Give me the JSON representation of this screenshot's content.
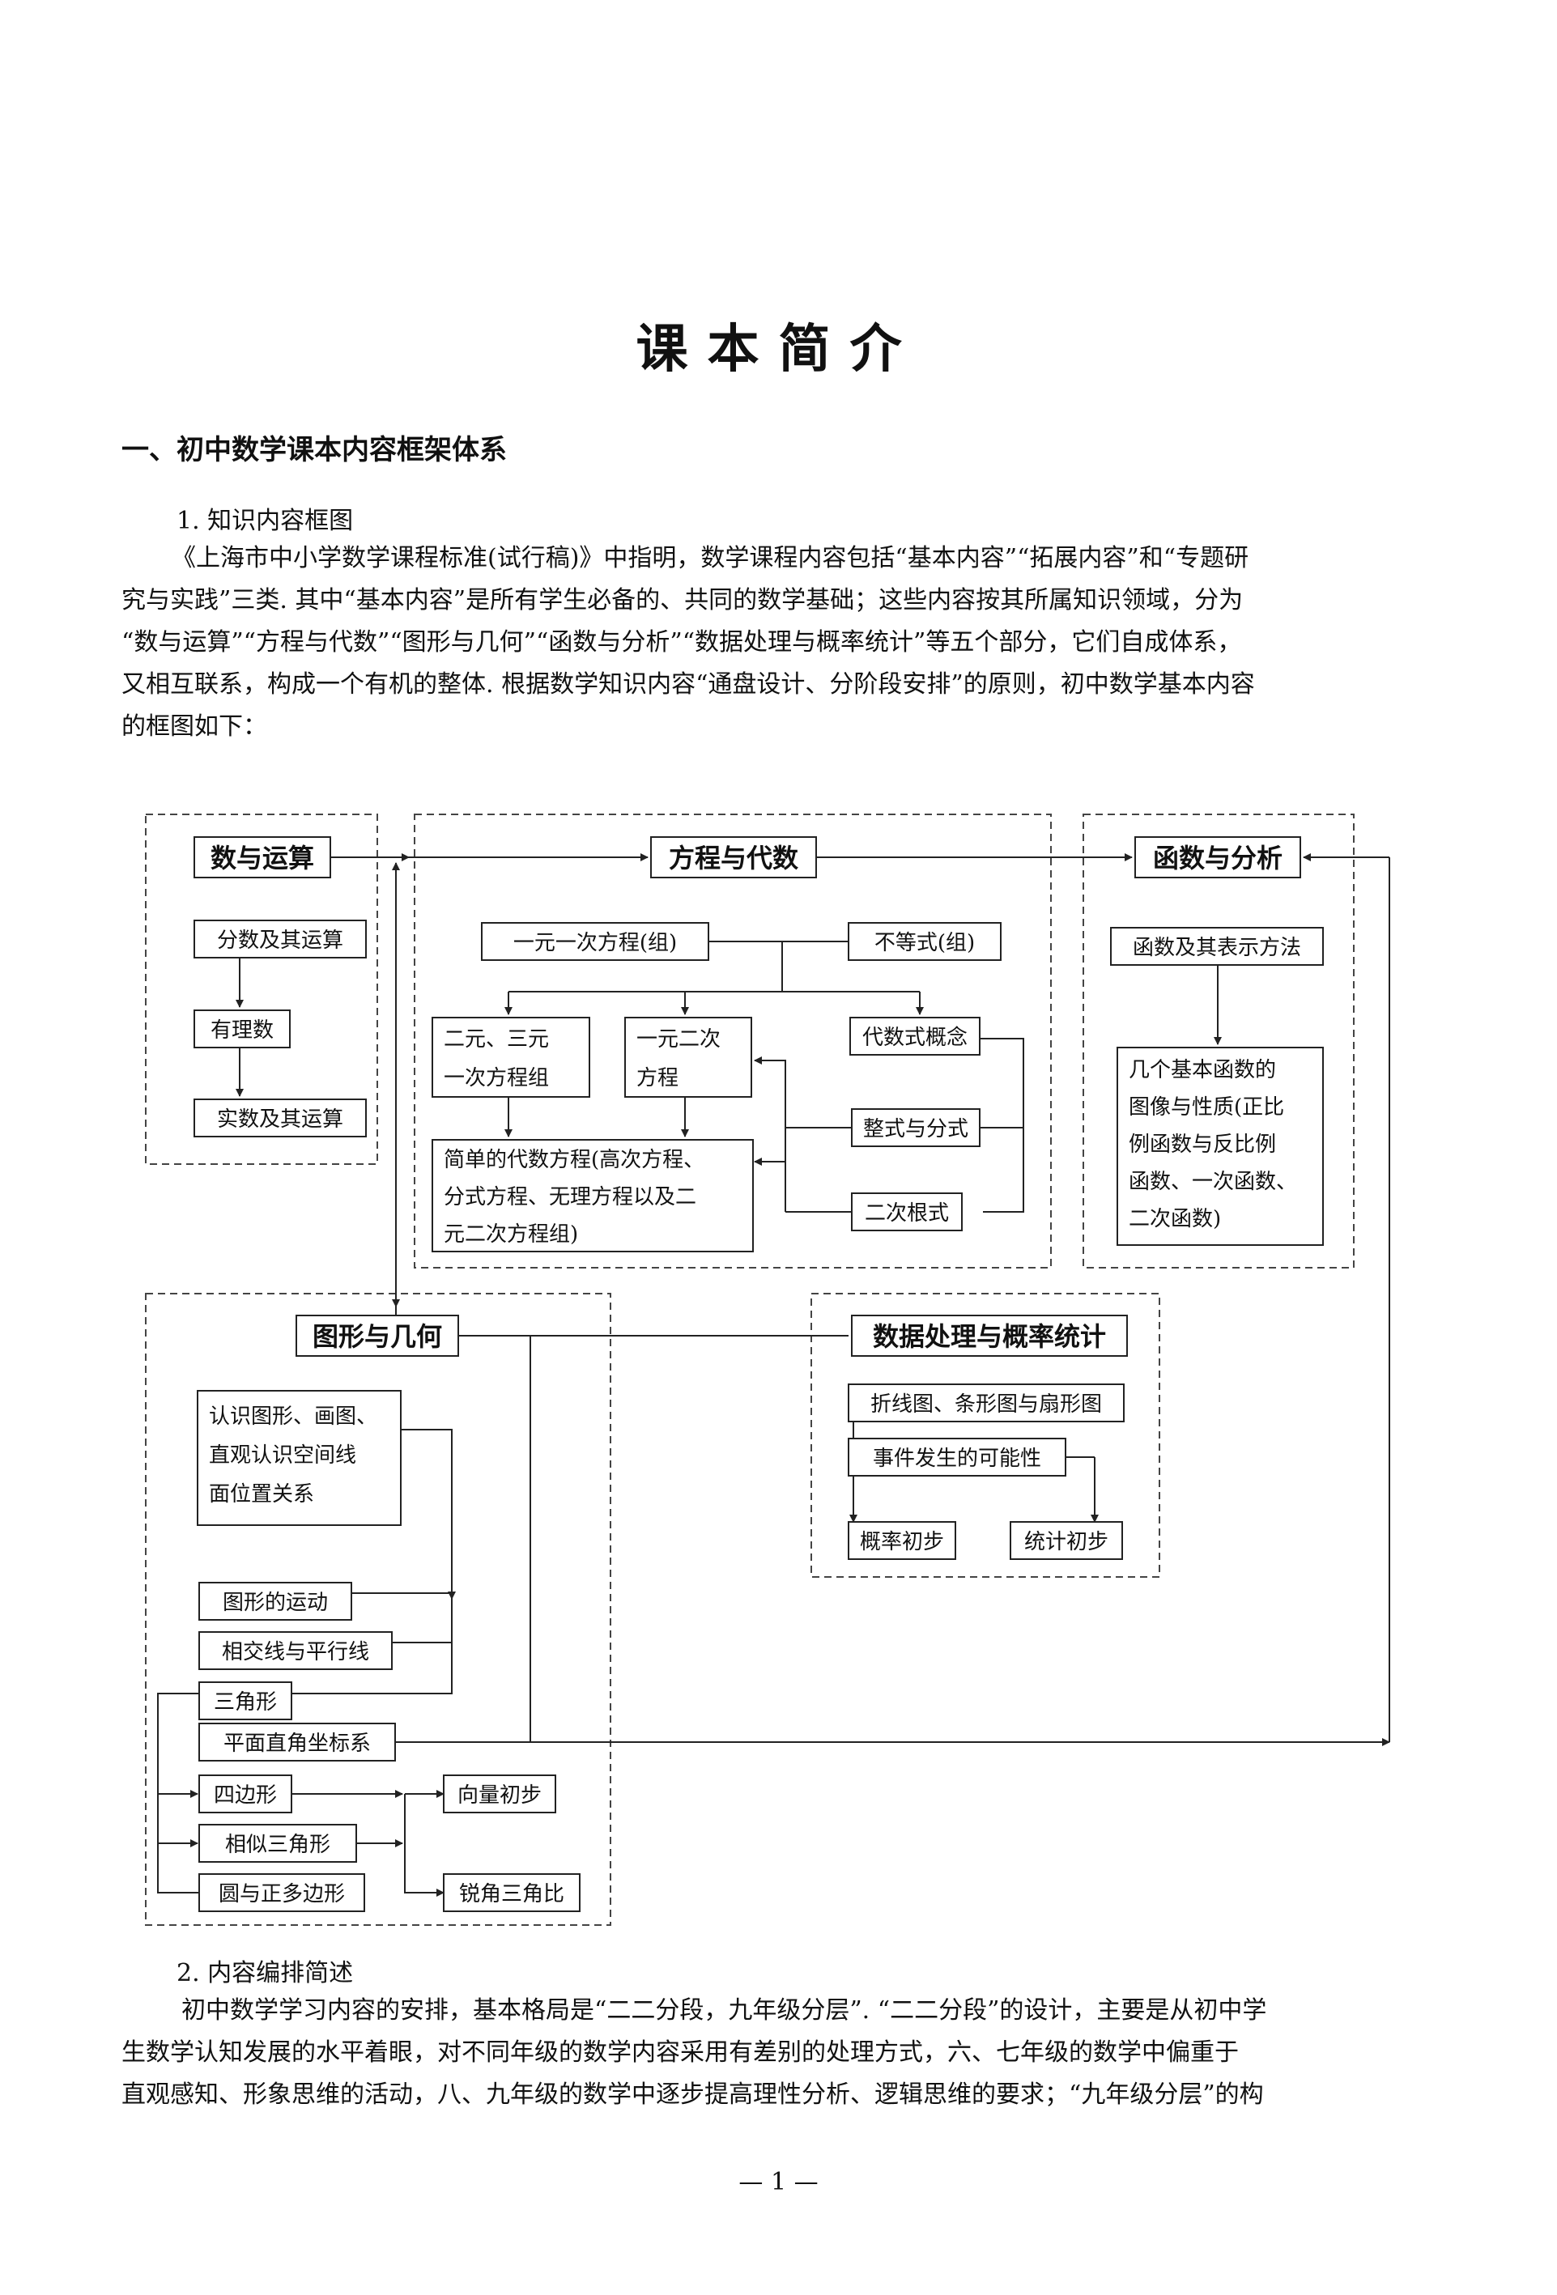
{
  "page": {
    "title": "课本简介",
    "section_heading": "一、初中数学课本内容框架体系",
    "sub1": "1. 知识内容框图",
    "intro_lines": [
      "《上海市中小学数学课程标准(试行稿)》中指明，数学课程内容包括“基本内容”“拓展内容”和“专题研",
      "究与实践”三类. 其中“基本内容”是所有学生必备的、共同的数学基础；这些内容按其所属知识领域，分为",
      "“数与运算”“方程与代数”“图形与几何”“函数与分析”“数据处理与概率统计”等五个部分，它们自成体系，",
      "又相互联系，构成一个有机的整体. 根据数学知识内容“通盘设计、分阶段安排”的原则，初中数学基本内容",
      "的框图如下："
    ],
    "sub2": "2. 内容编排简述",
    "para2_lines": [
      "初中数学学习内容的安排，基本格局是“二二分段，九年级分层”. “二二分段”的设计，主要是从初中学",
      "生数学认知发展的水平着眼，对不同年级的数学内容采用有差别的处理方式，六、七年级的数学中偏重于",
      "直观感知、形象思维的活动，八、九年级的数学中逐步提高理性分析、逻辑思维的要求；“九年级分层”的构"
    ],
    "page_number": "— 1 —"
  },
  "diagram": {
    "shu_yu_yunsuan": "数与运算",
    "fenshu": "分数及其运算",
    "youlishu": "有理数",
    "shishu": "实数及其运算",
    "fangcheng_yu_daishu": "方程与代数",
    "yiyuan_yici": "一元一次方程(组)",
    "budengshi": "不等式(组)",
    "eryuan_sanyuan": [
      "二元、三元",
      "一次方程组"
    ],
    "yiyuan_erci": [
      "一元二次",
      "方程"
    ],
    "daishushi": "代数式概念",
    "zhengshi": "整式与分式",
    "ercigenshi": "二次根式",
    "jiandan_fangcheng": [
      "简单的代数方程(高次方程、",
      "分式方程、无理方程以及二",
      "元二次方程组)"
    ],
    "hanshu_yu_fenxi": "函数与分析",
    "hanshu_biaoshi": "函数及其表示方法",
    "jiben_hanshu": [
      "几个基本函数的",
      "图像与性质(正比",
      "例函数与反比例",
      "函数、一次函数、",
      "二次函数)"
    ],
    "tuxing_yu_jihe": "图形与几何",
    "renshi_tuxing": [
      "认识图形、画图、",
      "直观认识空间线",
      "面位置关系"
    ],
    "tuxing_yundong": "图形的运动",
    "xiangjiaoxian": "相交线与平行线",
    "sanjiaoxing": "三角形",
    "pingmian_zuobiao": "平面直角坐标系",
    "sibianxing": "四边形",
    "xiangsi": "相似三角形",
    "yuan": "圆与正多边形",
    "xiangliang": "向量初步",
    "ruijiao": "锐角三角比",
    "shuju_chuli": "数据处理与概率统计",
    "zhexiantu": "折线图、条形图与扇形图",
    "shijian": "事件发生的可能性",
    "gailv": "概率初步",
    "tongji": "统计初步"
  }
}
